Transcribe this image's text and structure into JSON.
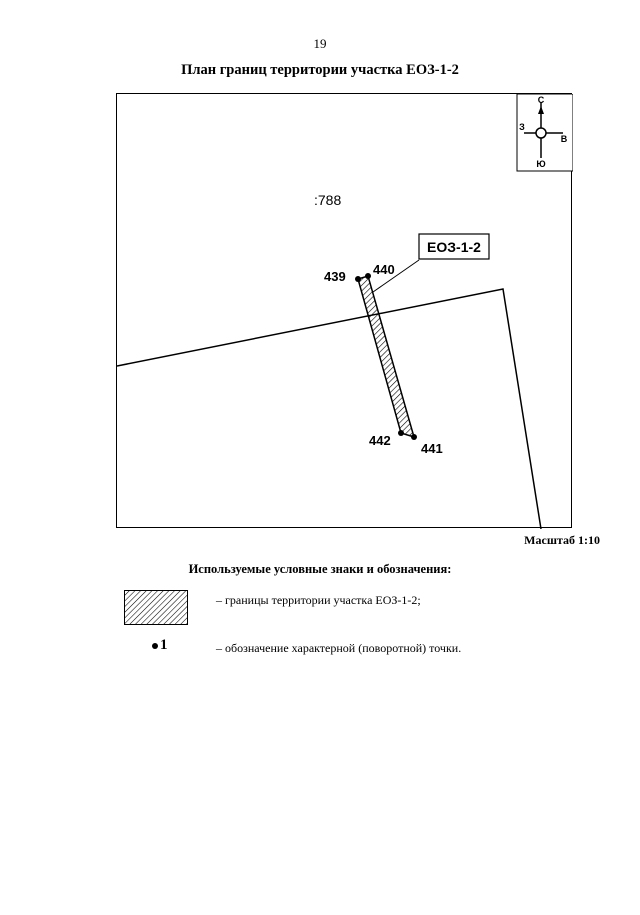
{
  "page": {
    "number": "19"
  },
  "title": "План границ территории участка ЕОЗ-1-2",
  "map": {
    "parcel_label": ":788",
    "zone_label": "ЕОЗ-1-2",
    "points": [
      {
        "id": "439",
        "label": "439"
      },
      {
        "id": "440",
        "label": "440"
      },
      {
        "id": "442",
        "label": "442"
      },
      {
        "id": "441",
        "label": "441"
      }
    ],
    "compass": {
      "north": "С",
      "south": "Ю",
      "west": "З",
      "east": "В"
    }
  },
  "scale": "Масштаб 1:10",
  "legend": {
    "title": "Используемые условные знаки и обозначения:",
    "items": [
      {
        "symbol": "hatch",
        "text": "– границы территории участка ЕОЗ-1-2;"
      },
      {
        "symbol_text": "1",
        "text": "– обозначение характерной (поворотной) точки."
      }
    ]
  }
}
